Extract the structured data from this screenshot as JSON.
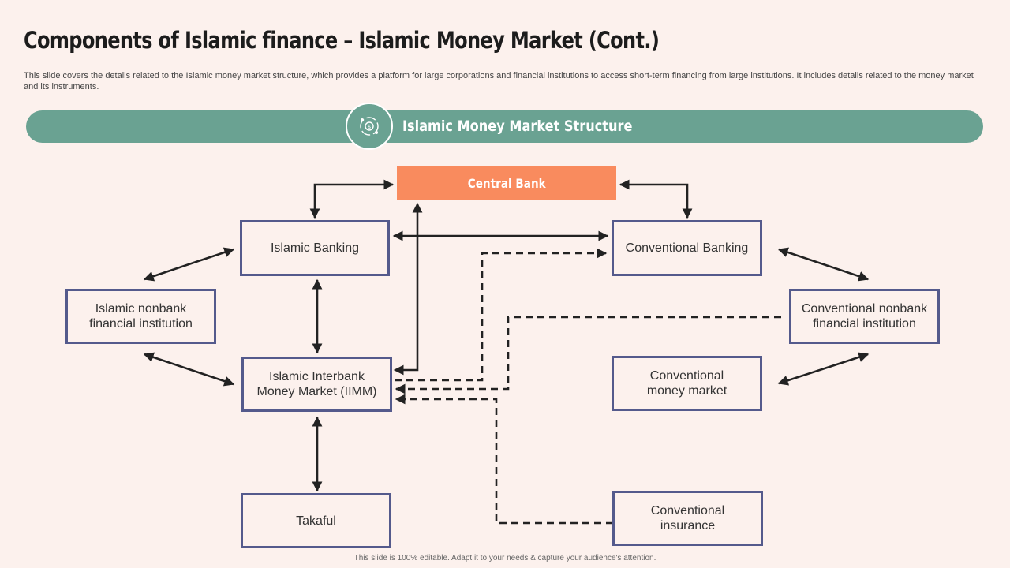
{
  "title": "Components of Islamic finance – Islamic Money Market (Cont.)",
  "description": "This slide covers the details related to the Islamic money market structure, which provides a platform for large corporations and financial institutions to access short-term financing from large institutions. It includes details related to the money market and its instruments.",
  "banner": {
    "title": "Islamic Money Market Structure",
    "icon": "money-cycle-icon"
  },
  "nodes": {
    "central_bank": "Central Bank",
    "islamic_banking": "Islamic Banking",
    "conventional_banking": "Conventional Banking",
    "islamic_nonbank": "Islamic nonbank\nfinancial institution",
    "conventional_nonbank": "Conventional nonbank\nfinancial institution",
    "iimm": "Islamic Interbank\nMoney Market (IIMM)",
    "conventional_money_market": "Conventional\nmoney market",
    "takaful": "Takaful",
    "conventional_insurance": "Conventional\ninsurance"
  },
  "colors": {
    "background": "#fcf1ed",
    "banner": "#6aa292",
    "central_bank": "#f98b5e",
    "node_border": "#545a8c"
  },
  "footer": "This slide is 100% editable.  Adapt it to your needs & capture your audience's attention."
}
